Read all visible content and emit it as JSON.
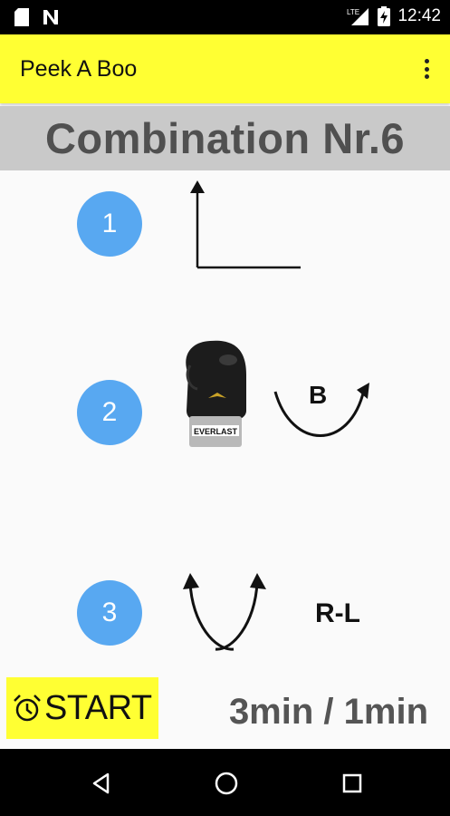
{
  "status_bar": {
    "time": "12:42",
    "network_label": "LTE",
    "icons": [
      "sim-card-icon",
      "notification-n-icon",
      "signal-icon",
      "battery-charging-icon"
    ]
  },
  "app_bar": {
    "title": "Peek A Boo",
    "menu_icon": "overflow-menu-icon"
  },
  "combination": {
    "title": "Combination Nr.6",
    "steps": [
      {
        "number": "1",
        "drawing": "lead-hand-arrow-diagram"
      },
      {
        "number": "2",
        "drawing": "boxing-glove-and-curve-arrow",
        "label": "B"
      },
      {
        "number": "3",
        "drawing": "double-curve-arrows",
        "label": "R-L"
      }
    ]
  },
  "glove": {
    "brand_text": "EVERLAST",
    "colors": {
      "body": "#1c1c1c",
      "cuff": "#b9b9b9"
    }
  },
  "footer": {
    "start_label": "START",
    "start_icon": "alarm-clock-icon",
    "timing": "3min / 1min"
  },
  "colors": {
    "accent_yellow": "#ffff33",
    "step_blue": "#58a8f1",
    "header_gray": "#c9c9c9"
  },
  "nav_bar": {
    "buttons": [
      "back-icon",
      "home-icon",
      "recents-icon"
    ]
  }
}
